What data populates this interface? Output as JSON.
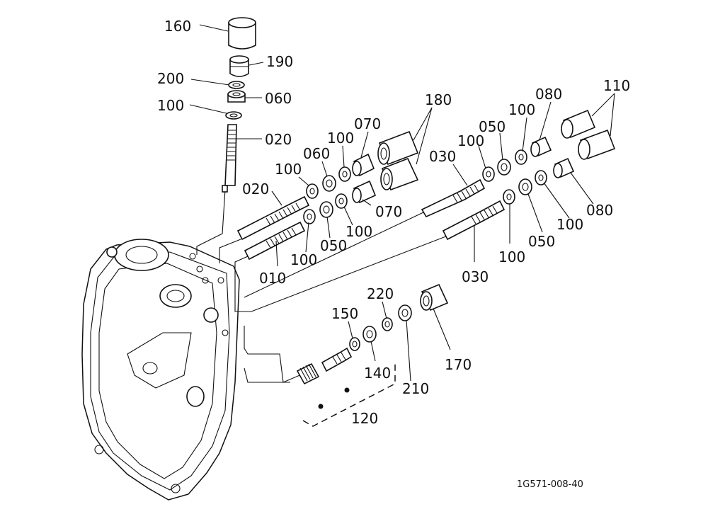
{
  "labels": {
    "l160": "160",
    "l190": "190",
    "l200": "200",
    "l060a": "060",
    "l100a": "100",
    "l020a": "020",
    "l180": "180",
    "l070a": "070",
    "l100b": "100",
    "l060b": "060",
    "l100c": "100",
    "l020b": "020",
    "l070b": "070",
    "l100d": "100",
    "l050a": "050",
    "l100e": "100",
    "l010": "010",
    "l030a": "030",
    "l100f": "100",
    "l050b": "050",
    "l100g": "100",
    "l080a": "080",
    "l110": "110",
    "l080b": "080",
    "l100h": "100",
    "l050c": "050",
    "l100i": "100",
    "l030b": "030",
    "l220": "220",
    "l150": "150",
    "l170": "170",
    "l140": "140",
    "l210": "210",
    "l120": "120"
  },
  "drawing_code": "1G571-008-40"
}
